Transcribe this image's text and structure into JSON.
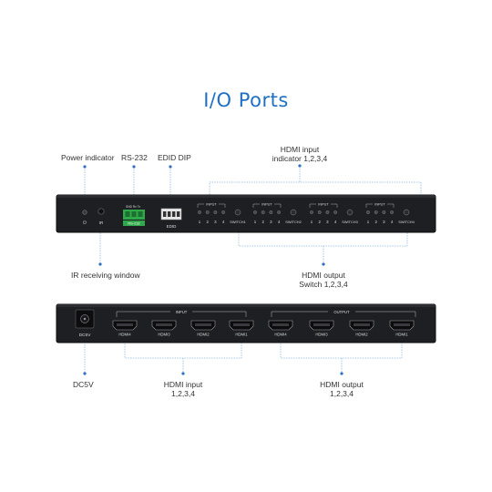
{
  "title": "I/O Ports",
  "front_callouts": {
    "power_indicator": "Power indicator",
    "rs232": "RS-232",
    "edid_dip": "EDID DIP",
    "hdmi_input_indicator_line1": "HDMI input",
    "hdmi_input_indicator_line2": "indicator 1,2,3,4",
    "ir_window": "IR receiving window",
    "hdmi_output_switch_line1": "HDMI output",
    "hdmi_output_switch_line2": "Switch 1,2,3,4"
  },
  "rear_callouts": {
    "dc5v": "DC5V",
    "hdmi_input_line1": "HDMI input",
    "hdmi_input_line2": "1,2,3,4",
    "hdmi_output_line1": "HDMI output",
    "hdmi_output_line2": "1,2,3,4"
  },
  "front_panel": {
    "ir_label": "IR",
    "rs232_pins": "GND Rx Tx",
    "rs232_label": "RS-232",
    "edid_label": "EDID",
    "groups": [
      {
        "header": "INPUT",
        "numbers": [
          "1",
          "2",
          "3",
          "4"
        ],
        "switch": "SWITCH1"
      },
      {
        "header": "INPUT",
        "numbers": [
          "1",
          "2",
          "3",
          "4"
        ],
        "switch": "SWITCH2"
      },
      {
        "header": "INPUT",
        "numbers": [
          "1",
          "2",
          "3",
          "4"
        ],
        "switch": "SWITCH3"
      },
      {
        "header": "INPUT",
        "numbers": [
          "1",
          "2",
          "3",
          "4"
        ],
        "switch": "SWITCH4"
      }
    ]
  },
  "rear_panel": {
    "dc_label": "DC5V",
    "input_header": "INPUT",
    "output_header": "OUTPUT",
    "input_ports": [
      "HDMI4",
      "HDMI3",
      "HDMI2",
      "HDMI1"
    ],
    "output_ports": [
      "HDMI4",
      "HDMI3",
      "HDMI2",
      "HDMI1"
    ]
  },
  "colors": {
    "title": "#1f6fc4",
    "panel": "#1e1f22",
    "callout_line": "#5b9bd5",
    "dot": "#2f6fbf",
    "terminal": "#2fa84a"
  }
}
